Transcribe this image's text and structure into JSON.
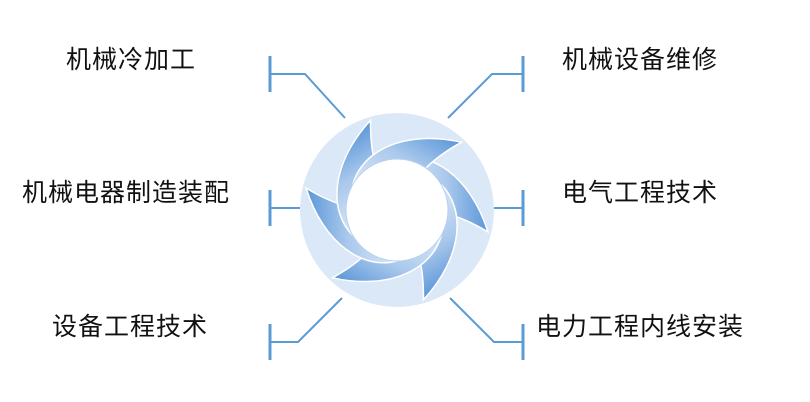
{
  "diagram": {
    "nodes": {
      "top_left": "机械冷加工",
      "middle_left": "机械电器制造装配",
      "bottom_left": "设备工程技术",
      "top_right": "机械设备维修",
      "middle_right": "电气工程技术",
      "bottom_right": "电力工程内线安装"
    }
  },
  "colors": {
    "connector": "#5b9bd5",
    "ring_light": "#dbe8f7",
    "ring_mid": "#a9c8ec",
    "ring_dark": "#5b97d8"
  }
}
